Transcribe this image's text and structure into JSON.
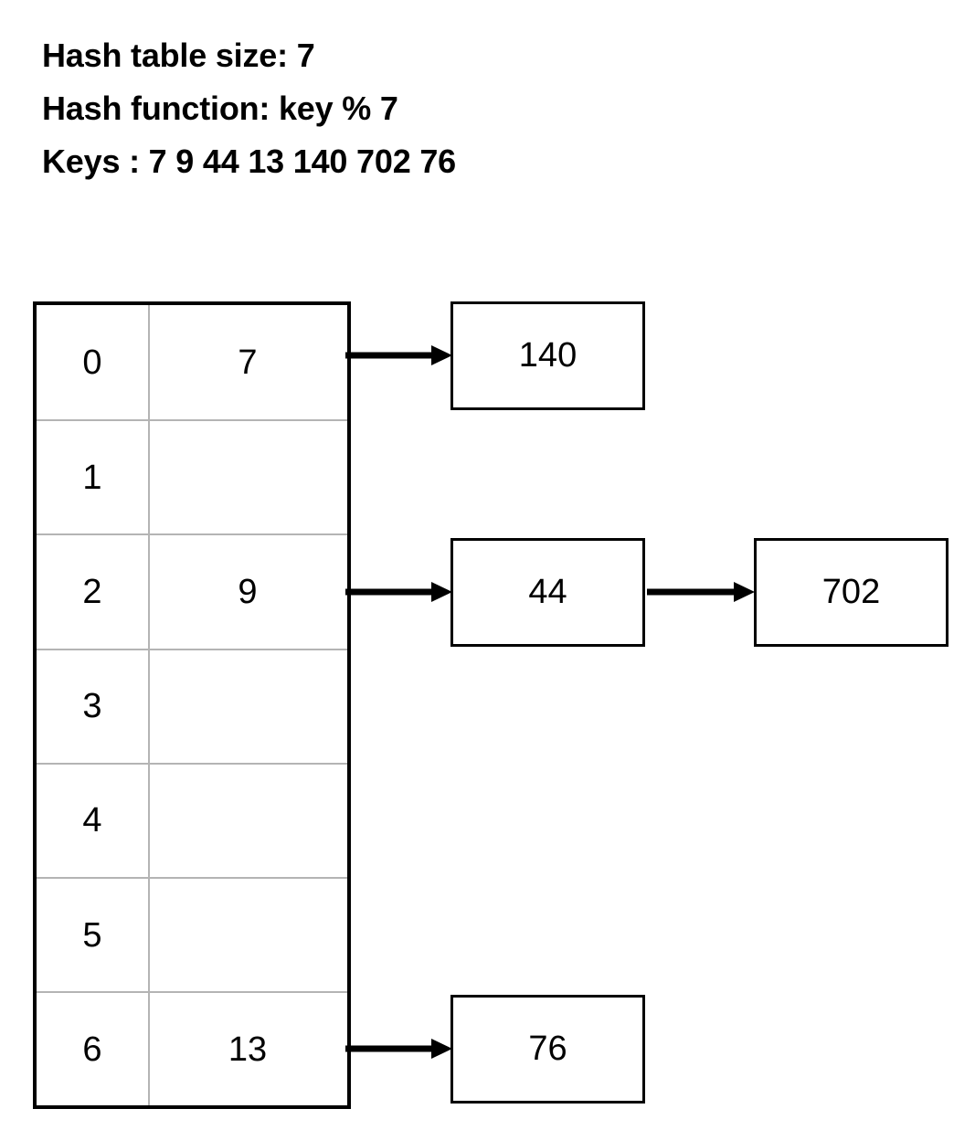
{
  "header": {
    "lines": [
      "Hash table size: 7",
      "Hash function: key % 7",
      "Keys : 7 9 44 13 140 702 76"
    ],
    "hash_table_size": 7,
    "hash_function": "key % 7",
    "keys": [
      7,
      9,
      44,
      13,
      140,
      702,
      76
    ]
  },
  "hash_table": {
    "columns": [
      "index",
      "value"
    ],
    "rows": [
      {
        "index": "0",
        "value": "7"
      },
      {
        "index": "1",
        "value": ""
      },
      {
        "index": "2",
        "value": "9"
      },
      {
        "index": "3",
        "value": ""
      },
      {
        "index": "4",
        "value": ""
      },
      {
        "index": "5",
        "value": ""
      },
      {
        "index": "6",
        "value": "13"
      }
    ]
  },
  "chains": {
    "row0": {
      "nodes": [
        "140"
      ]
    },
    "row2": {
      "nodes": [
        "44",
        "702"
      ]
    },
    "row6": {
      "nodes": [
        "76"
      ]
    }
  },
  "nodes": {
    "n140": "140",
    "n44": "44",
    "n702": "702",
    "n76": "76"
  },
  "colors": {
    "background": "#ffffff",
    "text": "#000000",
    "outer_border": "#000000",
    "grid_line": "#b4b4b4",
    "arrow": "#000000"
  }
}
